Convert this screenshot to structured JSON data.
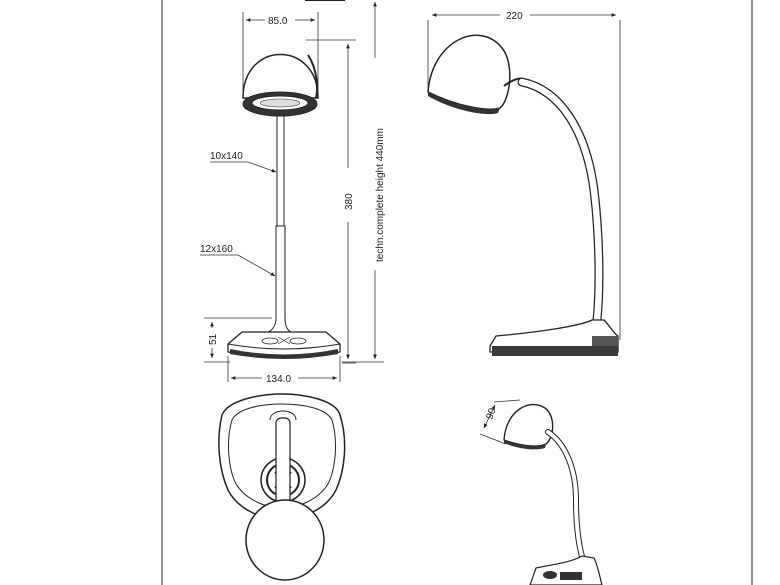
{
  "front_view": {
    "head_width": "85.0",
    "upper_arm_label": "10x140",
    "lower_arm_label": "12x160",
    "arm_height": "380",
    "base_height": "51",
    "base_width": "134.0",
    "complete_height": "techn.complete height 440mm"
  },
  "side_view": {
    "overall_width": "220"
  },
  "detail_view": {
    "head_angle": "90"
  },
  "colors": {
    "line": "#222222",
    "shade": "#3a3a3a",
    "background": "#ffffff"
  }
}
